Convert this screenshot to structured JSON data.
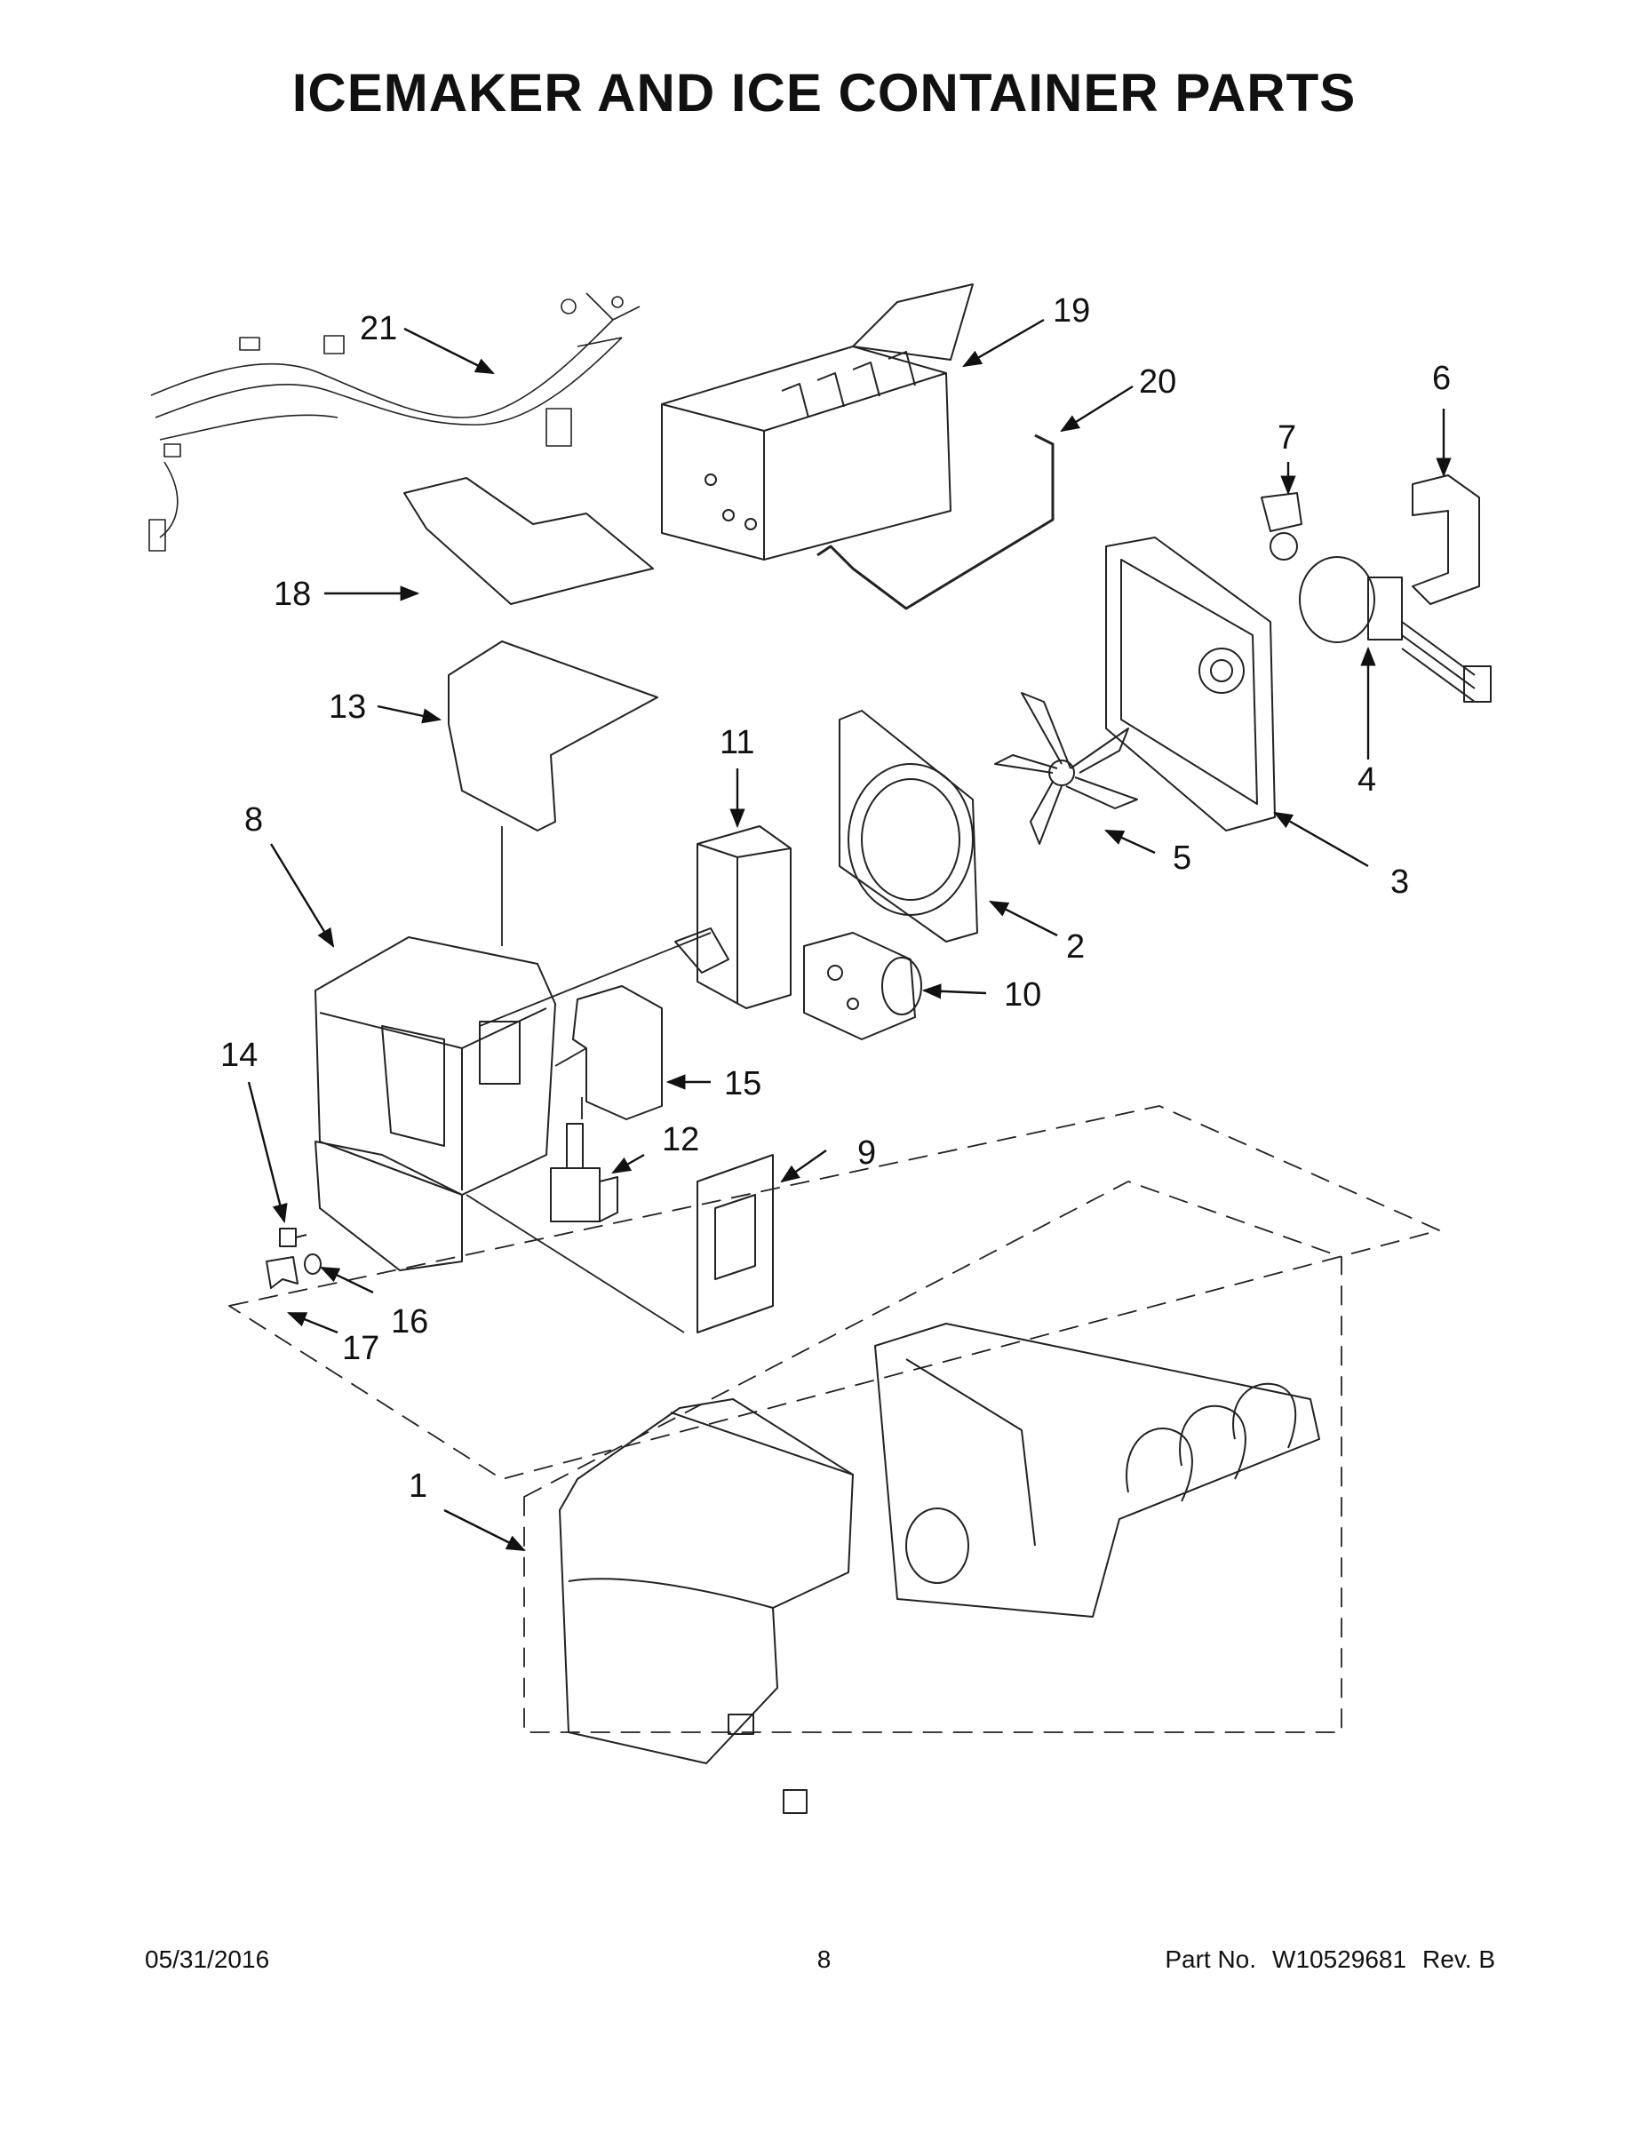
{
  "title": "ICEMAKER AND ICE CONTAINER PARTS",
  "callouts": [
    "1",
    "2",
    "3",
    "4",
    "5",
    "6",
    "7",
    "8",
    "9",
    "10",
    "11",
    "12",
    "13",
    "14",
    "15",
    "16",
    "17",
    "18",
    "19",
    "20",
    "21"
  ],
  "footer": {
    "date": "05/31/2016",
    "page": "8",
    "part_label": "Part No.",
    "part_number": "W10529681",
    "rev": "Rev. B"
  }
}
